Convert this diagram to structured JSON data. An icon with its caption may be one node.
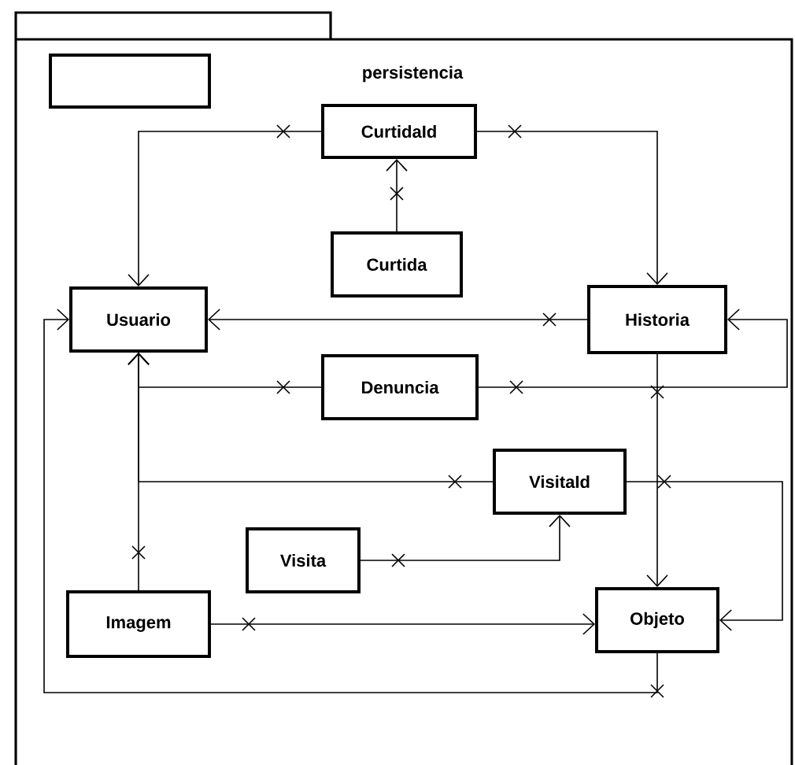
{
  "diagram": {
    "nodes": [
      {
        "text": [
          "persistencia"
        ]
      },
      {
        "text": [],
        "shape": "box",
        "in": 0
      },
      {
        "text": [
          "CurtidaId"
        ],
        "in": 0
      },
      {
        "text": [
          "Curtida"
        ],
        "in": 0
      },
      {
        "text": [
          "Usuario"
        ],
        "in": 0
      },
      {
        "text": [
          "Historia"
        ],
        "in": 0
      },
      {
        "text": [
          "Denuncia"
        ],
        "in": 0
      },
      {
        "text": [
          "VisitaId"
        ],
        "in": 0
      },
      {
        "text": [
          "Visita"
        ],
        "in": 0
      },
      {
        "text": [
          "Imagem"
        ],
        "in": 0
      },
      {
        "text": [
          "Objeto"
        ],
        "in": 0
      }
    ],
    "edges": [
      {
        "from": 2,
        "to": 4,
        "arrow": "to"
      },
      {
        "from": 2,
        "to": 5,
        "arrow": "to"
      },
      {
        "from": 3,
        "to": 2,
        "arrow": "to"
      },
      {
        "from": 5,
        "to": 4,
        "arrow": "to"
      },
      {
        "from": 6,
        "to": 4,
        "arrow": "to"
      },
      {
        "from": 6,
        "to": 5,
        "arrow": "to"
      },
      {
        "from": 5,
        "to": 10,
        "arrow": "to"
      },
      {
        "from": 7,
        "to": 4,
        "arrow": "to"
      },
      {
        "from": 7,
        "to": 10,
        "arrow": "to"
      },
      {
        "from": 8,
        "to": 7,
        "arrow": "to"
      },
      {
        "from": 9,
        "to": 4,
        "arrow": "to"
      },
      {
        "from": 9,
        "to": 10,
        "arrow": "to"
      },
      {
        "from": 10,
        "to": 4,
        "arrow": "to"
      }
    ]
  }
}
